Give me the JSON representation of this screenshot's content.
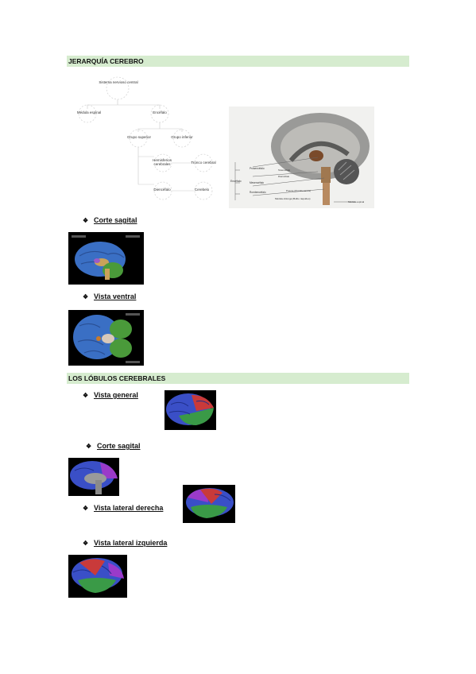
{
  "sections": {
    "hierarchy": {
      "title": "JERARQUÍA CEREBRO"
    },
    "lobes": {
      "title": "LOS LÓBULOS CEREBRALES"
    }
  },
  "tree": {
    "root": "Sistema nervioso central",
    "level1": [
      "Médula espinal",
      "Encéfalo"
    ],
    "level2": [
      "Grupo superior",
      "Grupo inferior"
    ],
    "level3": [
      "Hemisferios cerebrales",
      "Tronco cerebral"
    ],
    "level4": [
      "Diencéfalo",
      "Cerebelo"
    ]
  },
  "diagram_labels": {
    "group": "Encéfalo",
    "items": [
      "Prosencéfalo",
      "Mesencéfalo",
      "Rombencéfalo",
      "Telencéfalo",
      "Diencéfalo",
      "Puente (Protuberancia)",
      "Médula oblonga (Bulbo raquídeo)",
      "Médula espinal"
    ]
  },
  "bullets": {
    "sagital1": "Corte sagital",
    "ventral": "Vista ventral",
    "general": "Vista general",
    "sagital2": "Corte sagital",
    "lateral_right": "Vista lateral derecha",
    "lateral_left": "Vista lateral izquierda"
  },
  "colors": {
    "header_bg": "#d6eccf",
    "frontal": "#3a4fc7",
    "parietal": "#c93a3a",
    "temporal": "#3a9a47",
    "occipital": "#9a3ac9"
  }
}
